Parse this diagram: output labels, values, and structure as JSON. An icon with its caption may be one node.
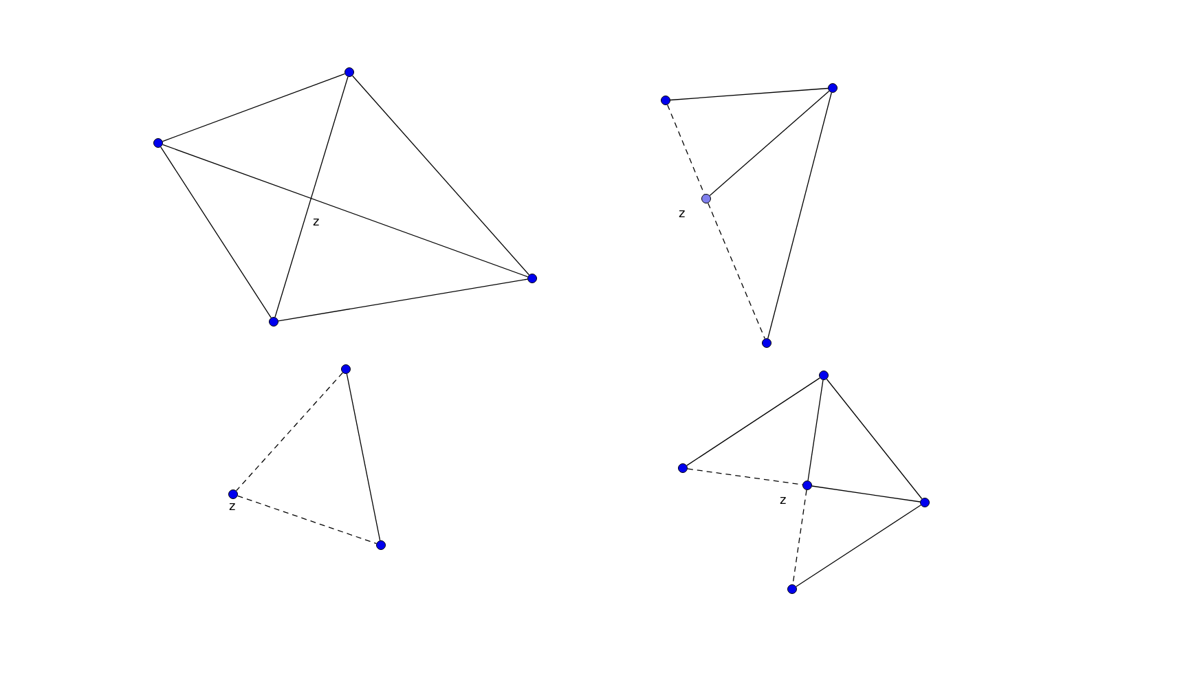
{
  "diagram": {
    "nodes": [
      {
        "text": [],
        "shape": "circle"
      },
      {
        "text": [],
        "shape": "circle"
      },
      {
        "text": [],
        "shape": "circle"
      },
      {
        "text": [],
        "shape": "circle"
      },
      {
        "text": [],
        "shape": "circle"
      },
      {
        "text": [],
        "shape": "circle"
      },
      {
        "text": [],
        "shape": "circle",
        "beside": [
          "z"
        ]
      },
      {
        "text": [],
        "shape": "circle"
      },
      {
        "text": [],
        "shape": "circle"
      },
      {
        "text": [],
        "shape": "circle",
        "beside": [
          "z"
        ]
      },
      {
        "text": [],
        "shape": "circle"
      },
      {
        "text": [],
        "shape": "circle"
      },
      {
        "text": [],
        "shape": "circle"
      },
      {
        "text": [],
        "shape": "circle",
        "beside": [
          "z"
        ]
      },
      {
        "text": [],
        "shape": "circle"
      },
      {
        "text": [],
        "shape": "circle"
      }
    ],
    "edges": [
      {
        "from": 1,
        "to": 0,
        "arrow": "none"
      },
      {
        "from": 0,
        "to": 3,
        "arrow": "none"
      },
      {
        "from": 1,
        "to": 2,
        "arrow": "none"
      },
      {
        "from": 2,
        "to": 3,
        "arrow": "none"
      },
      {
        "from": 1,
        "to": 3,
        "arrow": "none"
      },
      {
        "from": 0,
        "to": 2,
        "arrow": "none"
      },
      {
        "from": 4,
        "to": 5,
        "arrow": "none"
      },
      {
        "from": 5,
        "to": 6,
        "arrow": "none"
      },
      {
        "from": 5,
        "to": 7,
        "arrow": "none"
      },
      {
        "from": 4,
        "to": 6,
        "arrow": "none",
        "style": "dashed"
      },
      {
        "from": 6,
        "to": 7,
        "arrow": "none",
        "style": "dashed"
      },
      {
        "from": 8,
        "to": 9,
        "arrow": "none",
        "style": "dashed"
      },
      {
        "from": 8,
        "to": 10,
        "arrow": "none"
      },
      {
        "from": 9,
        "to": 10,
        "arrow": "none",
        "style": "dashed"
      },
      {
        "from": 11,
        "to": 12,
        "arrow": "none"
      },
      {
        "from": 11,
        "to": 13,
        "arrow": "none"
      },
      {
        "from": 11,
        "to": 14,
        "arrow": "none"
      },
      {
        "from": 12,
        "to": 13,
        "arrow": "none",
        "style": "dashed"
      },
      {
        "from": 13,
        "to": 14,
        "arrow": "none"
      },
      {
        "from": 14,
        "to": 15,
        "arrow": "none"
      },
      {
        "from": 13,
        "to": 15,
        "arrow": "none",
        "style": "dashed"
      }
    ],
    "labels": [
      "z"
    ]
  }
}
